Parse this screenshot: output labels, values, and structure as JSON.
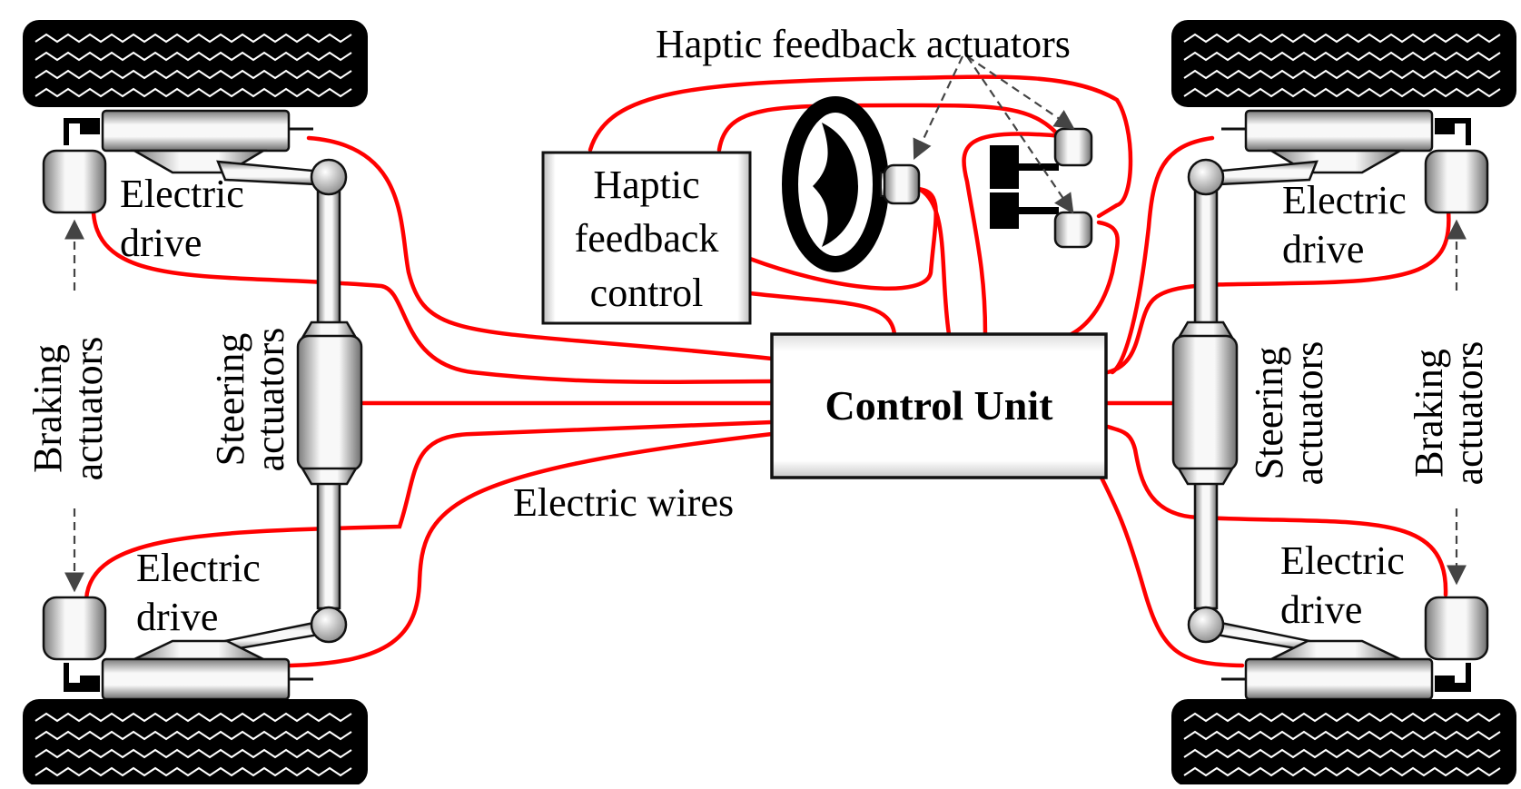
{
  "labels": {
    "haptic_actuators": "Haptic feedback actuators",
    "haptic_control_line1": "Haptic",
    "haptic_control_line2": "feedback",
    "haptic_control_line3": "control",
    "control_unit": "Control Unit",
    "electric_wires": "Electric wires",
    "electric": "Electric",
    "drive": "drive",
    "braking": "Braking",
    "steering": "Steering",
    "actuators": "actuators"
  },
  "colors": {
    "wire": "#ff0000",
    "outline": "#111111",
    "tire": "#000000",
    "metal_light": "#f4f4f4",
    "metal_dark": "#8a8a8a"
  },
  "icons": [
    "tire-icon",
    "steering-wheel-icon",
    "pedal-icon",
    "actuator-icon",
    "hub-icon",
    "ball-joint-icon"
  ]
}
